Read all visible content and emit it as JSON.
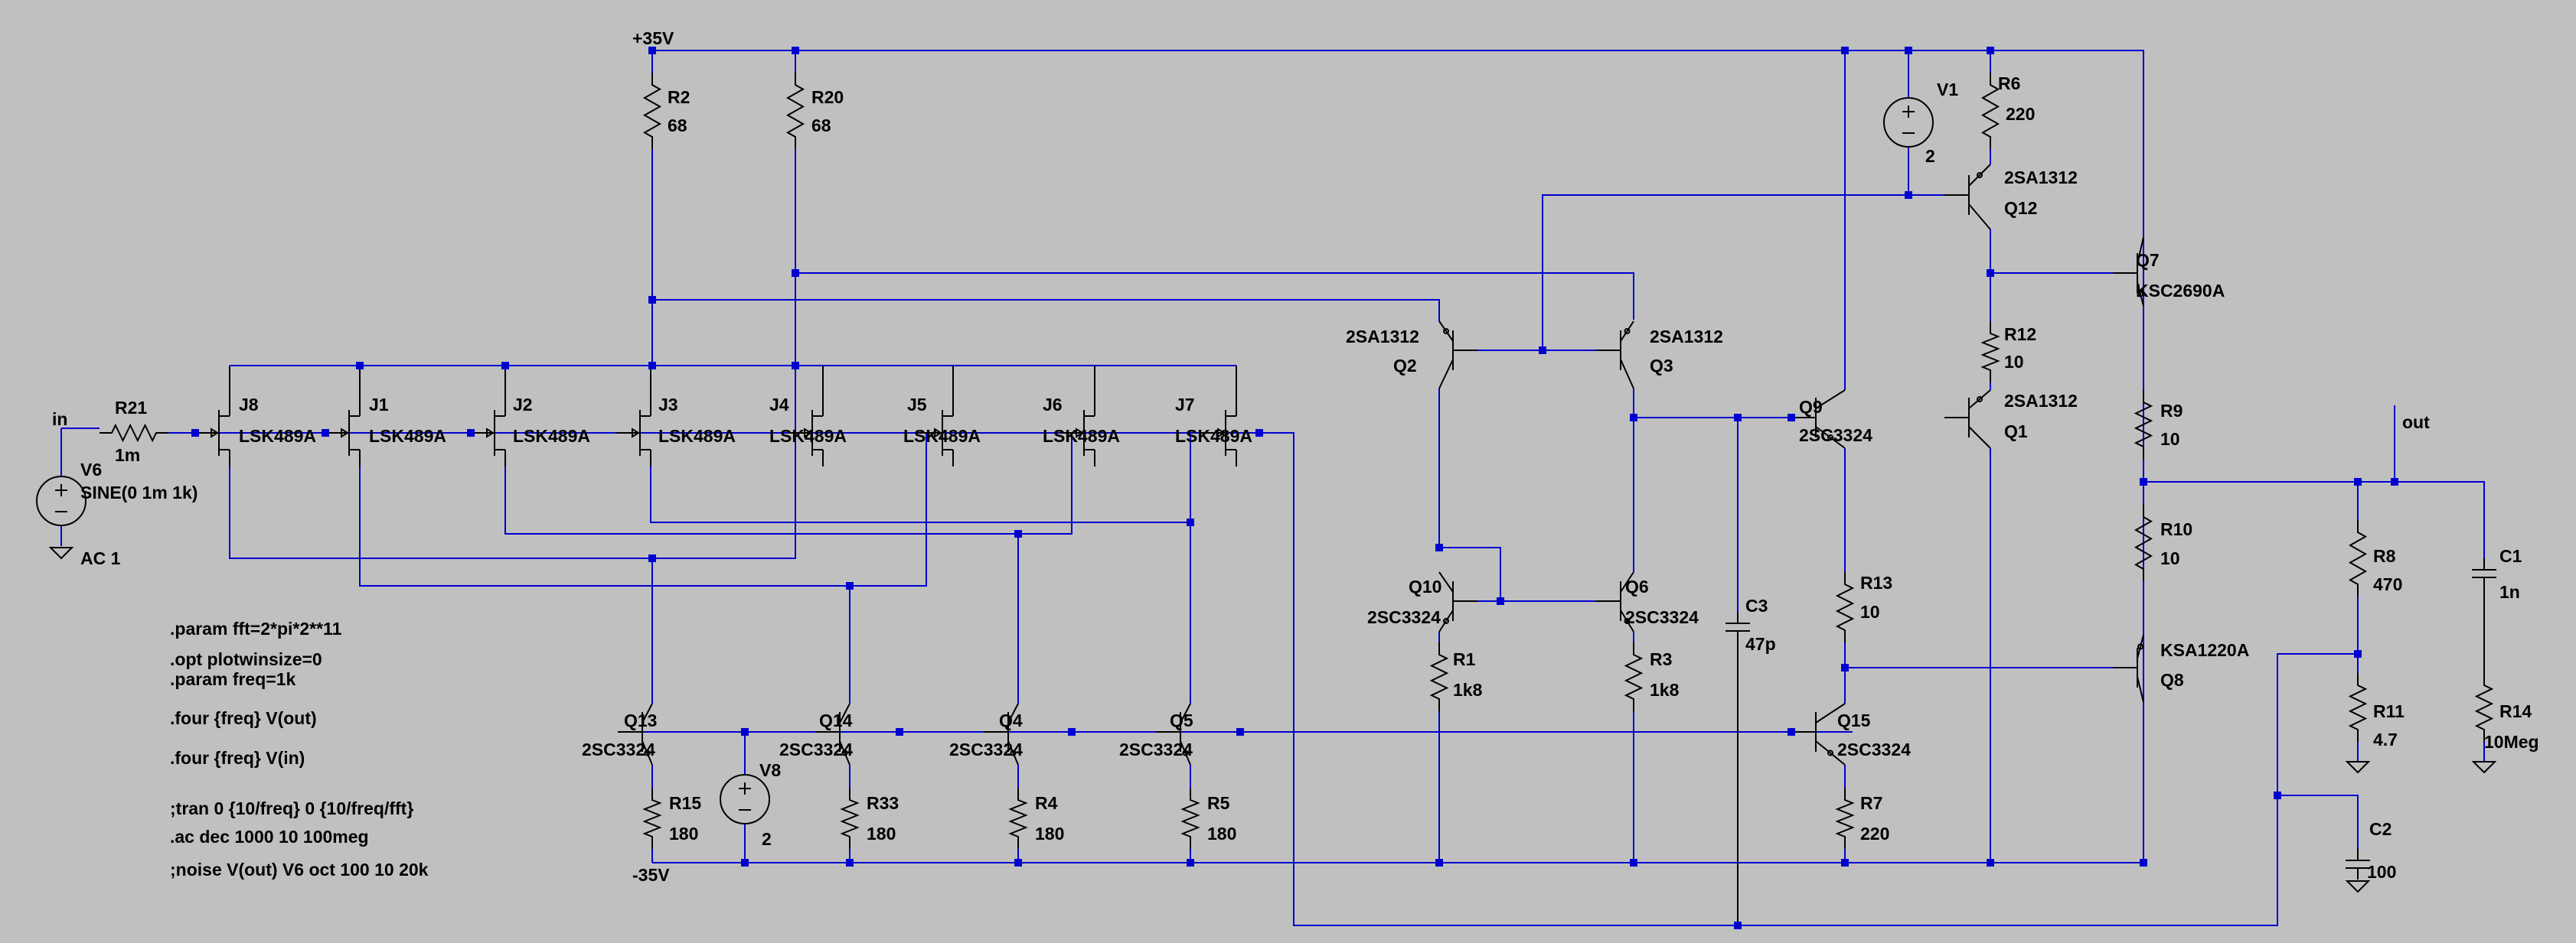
{
  "colors": {
    "background": "#c0c0c0",
    "wire": "#0000d0",
    "component": "#000000",
    "text": "#000000"
  },
  "nets": {
    "vpos": "+35V",
    "vneg": "-35V",
    "input": "in",
    "output": "out"
  },
  "components": {
    "R2": {
      "ref": "R2",
      "value": "68"
    },
    "R20": {
      "ref": "R20",
      "value": "68"
    },
    "R21": {
      "ref": "R21",
      "value": "1m"
    },
    "R6": {
      "ref": "R6",
      "value": "220"
    },
    "R12": {
      "ref": "R12",
      "value": "10"
    },
    "R9": {
      "ref": "R9",
      "value": "10"
    },
    "R10": {
      "ref": "R10",
      "value": "10"
    },
    "R13": {
      "ref": "R13",
      "value": "10"
    },
    "R1": {
      "ref": "R1",
      "value": "1k8"
    },
    "R3": {
      "ref": "R3",
      "value": "1k8"
    },
    "R15": {
      "ref": "R15",
      "value": "180"
    },
    "R33": {
      "ref": "R33",
      "value": "180"
    },
    "R4": {
      "ref": "R4",
      "value": "180"
    },
    "R5": {
      "ref": "R5",
      "value": "180"
    },
    "R7": {
      "ref": "R7",
      "value": "220"
    },
    "R8": {
      "ref": "R8",
      "value": "470"
    },
    "R11": {
      "ref": "R11",
      "value": "4.7"
    },
    "R14": {
      "ref": "R14",
      "value": "10Meg"
    },
    "C1": {
      "ref": "C1",
      "value": "1n"
    },
    "C2": {
      "ref": "C2",
      "value": "100"
    },
    "C3": {
      "ref": "C3",
      "value": "47p"
    },
    "V1": {
      "ref": "V1",
      "value": "2"
    },
    "V8": {
      "ref": "V8",
      "value": "2"
    },
    "V6": {
      "ref": "V6",
      "value": "SINE(0 1m 1k)",
      "ac": "AC 1"
    },
    "J8": {
      "ref": "J8",
      "model": "LSK489A"
    },
    "J1": {
      "ref": "J1",
      "model": "LSK489A"
    },
    "J2": {
      "ref": "J2",
      "model": "LSK489A"
    },
    "J3": {
      "ref": "J3",
      "model": "LSK489A"
    },
    "J4": {
      "ref": "J4",
      "model": "LSK489A"
    },
    "J5": {
      "ref": "J5",
      "model": "LSK489A"
    },
    "J6": {
      "ref": "J6",
      "model": "LSK489A"
    },
    "J7": {
      "ref": "J7",
      "model": "LSK489A"
    },
    "Q2": {
      "ref": "Q2",
      "model": "2SA1312"
    },
    "Q3": {
      "ref": "Q3",
      "model": "2SA1312"
    },
    "Q12": {
      "ref": "Q12",
      "model": "2SA1312"
    },
    "Q1": {
      "ref": "Q1",
      "model": "2SA1312"
    },
    "Q9": {
      "ref": "Q9",
      "model": "2SC3324"
    },
    "Q7": {
      "ref": "Q7",
      "model": "KSC2690A"
    },
    "Q8": {
      "ref": "Q8",
      "model": "KSA1220A"
    },
    "Q10": {
      "ref": "Q10",
      "model": "2SC3324"
    },
    "Q6": {
      "ref": "Q6",
      "model": "2SC3324"
    },
    "Q13": {
      "ref": "Q13",
      "model": "2SC3324"
    },
    "Q14": {
      "ref": "Q14",
      "model": "2SC3324"
    },
    "Q4": {
      "ref": "Q4",
      "model": "2SC3324"
    },
    "Q5": {
      "ref": "Q5",
      "model": "2SC3324"
    },
    "Q15": {
      "ref": "Q15",
      "model": "2SC3324"
    }
  },
  "directives": [
    ".param fft=2*pi*2**11",
    ".opt plotwinsize=0",
    ".param freq=1k",
    ".four {freq} V(out)",
    ".four {freq} V(in)",
    ";tran 0 {10/freq} 0 {10/freq/fft}",
    ".ac dec 1000 10 100meg",
    ";noise V(out) V6 oct 100 10 20k"
  ]
}
